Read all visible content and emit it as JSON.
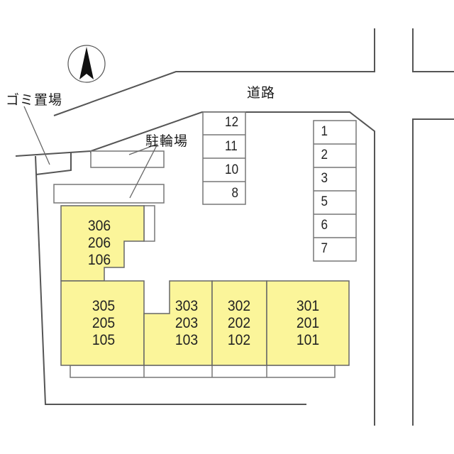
{
  "map": {
    "labels": {
      "road": "道路",
      "garbage": "ゴミ置場",
      "bicycle_parking": "駐輪場"
    },
    "north_arrow": "north-arrow-icon",
    "colors": {
      "unit_fill": "#FBF59A",
      "line": "#555555",
      "background": "#FFFFFF"
    },
    "parking_left": [
      "12",
      "11",
      "10",
      "8"
    ],
    "parking_right": [
      "1",
      "2",
      "3",
      "5",
      "6",
      "7"
    ],
    "units": [
      {
        "id": "u306",
        "rooms": [
          "306",
          "206",
          "106"
        ]
      },
      {
        "id": "u305",
        "rooms": [
          "305",
          "205",
          "105"
        ]
      },
      {
        "id": "u303",
        "rooms": [
          "303",
          "203",
          "103"
        ]
      },
      {
        "id": "u302",
        "rooms": [
          "302",
          "202",
          "102"
        ]
      },
      {
        "id": "u301",
        "rooms": [
          "301",
          "201",
          "101"
        ]
      }
    ]
  }
}
